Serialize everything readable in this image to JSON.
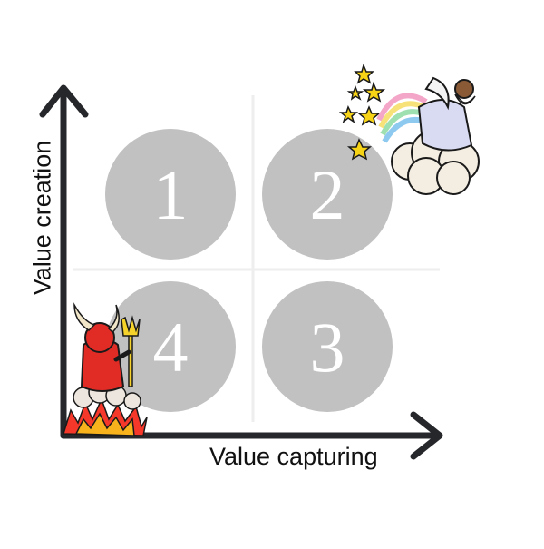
{
  "diagram": {
    "x_axis_label": "Value capturing",
    "y_axis_label": "Value creation",
    "quadrants": [
      {
        "number": "1"
      },
      {
        "number": "2"
      },
      {
        "number": "3"
      },
      {
        "number": "4"
      }
    ]
  },
  "illustrations": {
    "top_right": "wizard-on-cloud",
    "bottom_left": "devil-in-flames"
  },
  "colors": {
    "axis": "#25272b",
    "circle": "#c1c1c1",
    "number": "#ffffff",
    "grid": "#eeeeee"
  }
}
